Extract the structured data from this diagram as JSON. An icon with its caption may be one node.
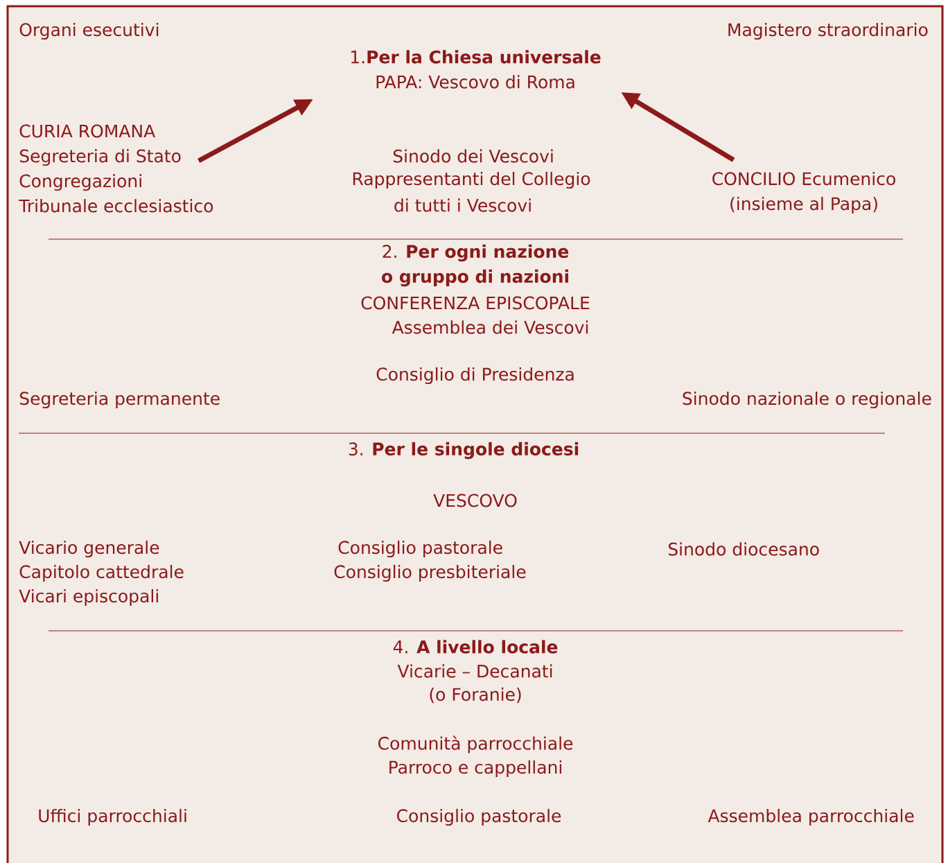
{
  "diagram": {
    "nodes": [
      {
        "text": [
          "1.**Per la Chiesa universale**",
          "PAPA: Vescovo di Roma"
        ]
      },
      {
        "text": [
          "CURIA ROMANA",
          "Segreteria di Stato",
          "Congregazioni",
          "Tribunale ecclesiastico"
        ]
      },
      {
        "text": [
          "CONCILIO Ecumenico",
          "(insieme al Papa)"
        ]
      }
    ],
    "edges": [
      {
        "from": 1,
        "to": 0,
        "arrow": "to"
      },
      {
        "from": 2,
        "to": 0,
        "arrow": "to"
      }
    ],
    "labels": [
      "Organi esecutivi",
      "Magistero straordinario",
      "Sinodo dei Vescovi",
      "Rappresentanti del Collegio",
      "di tutti i Vescovi",
      "2. **Per ogni nazione**",
      "**o gruppo di nazioni**",
      "CONFERENZA EPISCOPALE",
      "Assemblea dei Vescovi",
      "Consiglio di Presidenza",
      "Segreteria permanente",
      "Sinodo nazionale o regionale",
      "3. **Per le singole diocesi**",
      "VESCOVO",
      "Vicario generale",
      "Consiglio pastorale",
      "Sinodo diocesano",
      "Capitolo cattedrale",
      "Consiglio presbiteriale",
      "Vicari episcopali",
      "4. **A livello locale**",
      "Vicarie – Decanati",
      "(o Foranie)",
      "Comunità parrocchiale",
      "Parroco e cappellani",
      "Uffici parrocchiali",
      "Consiglio pastorale",
      "Assemblea parrocchiale"
    ]
  }
}
